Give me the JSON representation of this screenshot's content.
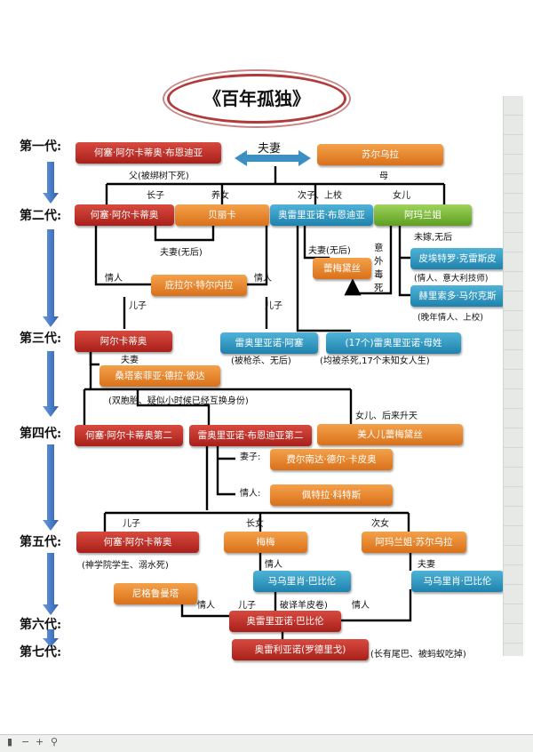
{
  "title": "《百年孤独》",
  "generations": [
    "第一代:",
    "第二代:",
    "第三代:",
    "第四代:",
    "第五代:",
    "第六代:",
    "第七代:"
  ],
  "people": {
    "g1_jose": "何塞·阿尔卡蒂奥·布恩迪亚",
    "g1_ursula": "苏尔乌拉",
    "g2_jose": "何塞·阿尔卡蒂奥",
    "g2_rebeca": "贝丽卡",
    "g2_aureliano": "奥雷里亚诺·布恩迪亚",
    "g2_amaranta": "阿玛兰姐",
    "g2_remedios": "蕾梅黛丝",
    "g2_pietro": "皮埃特罗·克雷斯皮",
    "g2_gerineldo": "赫里索多·马尔克斯",
    "g2_pilar": "庇拉尔·特尔内拉",
    "g3_arcadio": "阿尔卡蒂奥",
    "g3_aureliano_jose": "雷奥里亚诺·阿塞",
    "g3_seventeen": "(17个)雷奥里亚诺·母姓",
    "g3_santa_sofia": "桑塔索菲亚·德拉·彼达",
    "g4_jose_ii": "何塞·阿尔卡蒂奥第二",
    "g4_aureliano_ii": "雷奥里亚诺·布恩迪亚第二",
    "g4_remedios_beauty": "美人儿蕾梅黛丝",
    "g4_fernanda": "费尔南达·德尔·卡皮奥",
    "g4_petra": "佩特拉·科特斯",
    "g5_jose": "何塞·阿尔卡蒂奥",
    "g5_meme": "梅梅",
    "g5_amaranta_ursula": "阿玛兰姐·苏尔乌拉",
    "g5_mauricio": "马乌里肖·巴比伦",
    "g5_gaston": "马乌里肖·巴比伦",
    "g6_nigromanta": "尼格鲁曼塔",
    "g6_aureliano": "奥雷里亚诺·巴比伦",
    "g7_aureliano": "奥雷利亚诺(罗德里戈)"
  },
  "labels": {
    "spouse": "夫妻",
    "father_note": "父(被绑树下死)",
    "mother": "母",
    "eldest_son": "长子",
    "adopted_daughter": "养女",
    "second_son": "次子、上校",
    "daughter": "女儿",
    "spouse_no_heir": "夫妻(无后)",
    "spouse_no_heir_2": "夫妻(无后)",
    "unmarried": "未嫁,无后",
    "accident_poison": "意外毒死",
    "lover_left": "情人",
    "lover_right": "情人",
    "son_left": "儿子",
    "son_right": "儿子",
    "pietro_note": "(情人、意大利技师)",
    "gerineldo_note": "(晚年情人、上校)",
    "g3_left_note": "(被枪杀、无后)",
    "g3_right_note": "(均被杀死,17个未知女人生)",
    "g3_spouse": "夫妻",
    "twins_note": "(双胞胎、疑似小时候已经互换身份)",
    "daughter_ascend": "女儿、后来升天",
    "wife": "妻子:",
    "lover": "情人:",
    "g5_son": "儿子",
    "g5_eldest_daughter": "长女",
    "g5_second_daughter": "次女",
    "g5_jose_note": "(神学院学生、溺水死)",
    "g5_lover": "情人",
    "g5_spouse": "夫妻",
    "g6_lover_left": "情人",
    "g6_son": "儿子",
    "g6_decipher": "破译羊皮卷)",
    "g6_lover_right": "情人",
    "g7_note": "(长有尾巴、被蚂蚁吃掉)"
  },
  "colors": {
    "red": "#c1322a",
    "orange": "#e8831f",
    "blue": "#2d97c4",
    "green": "#7ab83a",
    "title_border": "#b13a3a",
    "arrow": "#3f76c8"
  },
  "toolbar": {
    "bookmark_icon": "bookmark-icon",
    "zoom_out_icon": "zoom-out-icon",
    "zoom_in_icon": "zoom-in-icon",
    "search_icon": "search-icon"
  }
}
